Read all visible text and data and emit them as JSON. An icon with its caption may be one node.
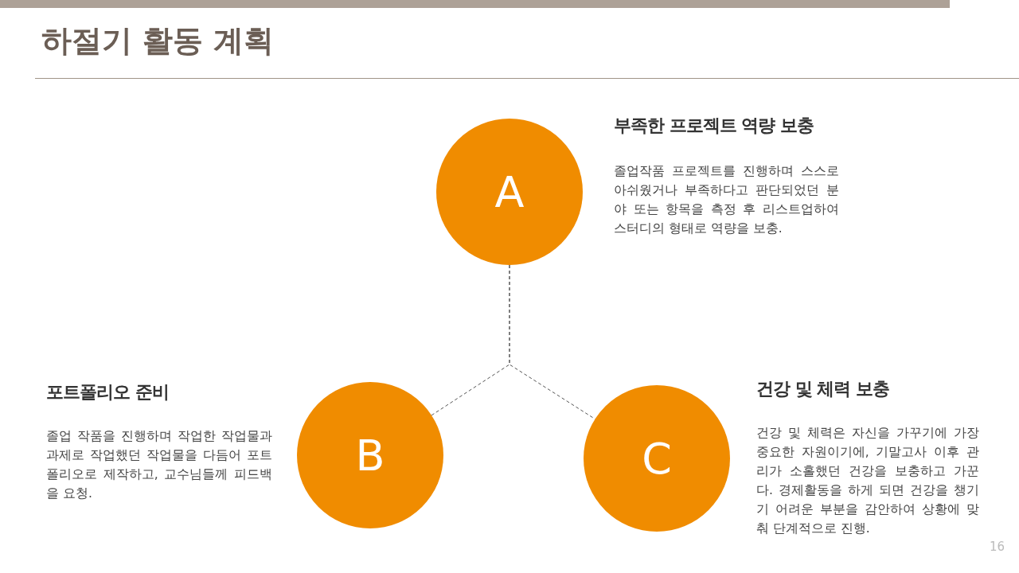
{
  "diagram": {
    "title": "하절기 활동 계획",
    "nodes": [
      {
        "text": [
          "A"
        ],
        "beside": [
          "부족한 프로젝트 역량 보충",
          "졸업작품 프로젝트를 진행하며 스스로 아쉬웠거나 부족하다고 판단되었던 분야 또는 항목을 측정 후 리스트업하여 스터디의 형태로 역량을 보충."
        ]
      },
      {
        "text": [
          "B"
        ],
        "beside": [
          "포트폴리오 준비",
          "졸업 작품을 진행하며 작업한 작업물과 과제로 작업했던 작업물을 다듬어 포트폴리오로 제작하고, 교수님들께 피드백을 요청."
        ]
      },
      {
        "text": [
          "C"
        ],
        "beside": [
          "건강 및 체력 보충",
          "건강 및 체력은 자신을 가꾸기에 가장 중요한 자원이기에, 기말고사 이후 관리가 소홀했던 건강을 보충하고 가꾼다. 경제활동을 하게 되면 건강을 챙기기 어려운 부분을 감안하여 상황에 맞춰 단계적으로 진행."
        ]
      }
    ],
    "edges": [
      {
        "from": 0,
        "to": 1,
        "arrow": "none",
        "style": "dashed"
      },
      {
        "from": 0,
        "to": 2,
        "arrow": "none",
        "style": "dashed"
      }
    ],
    "labels": [
      "16"
    ]
  }
}
